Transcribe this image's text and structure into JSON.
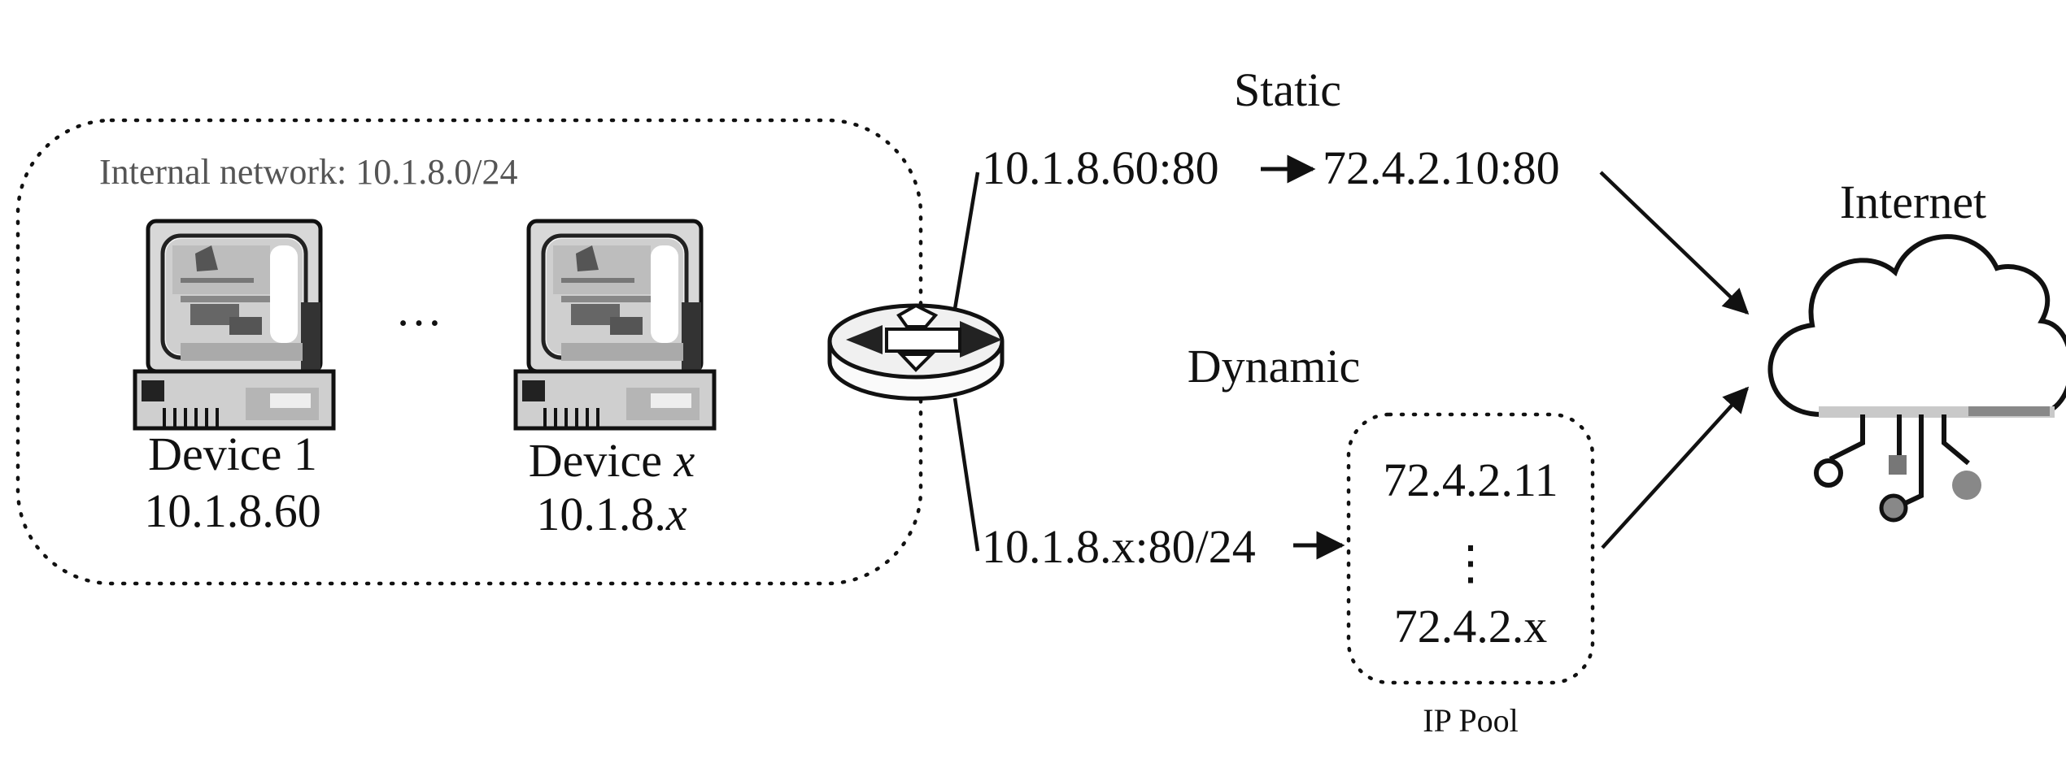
{
  "internal_network": {
    "label": "Internal network: 10.1.8.0/24",
    "ellipsis": "…"
  },
  "devices": [
    {
      "name": "Device 1",
      "ip": "10.1.8.60"
    },
    {
      "name_prefix": "Device ",
      "name_var": "x",
      "ip_prefix": "10.1.8.",
      "ip_var": "x"
    }
  ],
  "static_mapping": {
    "title": "Static",
    "source": "10.1.8.60:80",
    "target": "72.4.2.10:80"
  },
  "dynamic_mapping": {
    "title": "Dynamic",
    "source": "10.1.8.x:80/24",
    "pool_first": "72.4.2.11",
    "pool_ellipsis": "⋮",
    "pool_last": "72.4.2.x",
    "pool_label": "IP Pool"
  },
  "internet": {
    "label": "Internet"
  },
  "icons": {
    "device": "desktop-computer-icon",
    "router": "router-icon",
    "cloud": "cloud-network-icon"
  }
}
